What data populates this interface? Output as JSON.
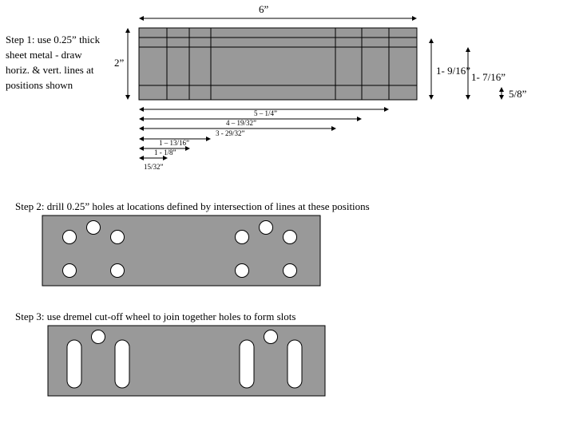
{
  "step1": {
    "text": "Step 1: use 0.25” thick\nsheet metal - draw\nhoriz. & vert. lines at\npositions shown"
  },
  "step2": {
    "text": "Step 2: drill 0.25” holes at locations defined by intersection of lines at these positions"
  },
  "step3": {
    "text": "Step 3: use dremel cut-off wheel to join together holes to form slots"
  },
  "dimensions": {
    "width": "6”",
    "height": "2”",
    "v_1_9_16": "1- 9/16”",
    "v_1_7_16": "1- 7/16”",
    "v_5_8": "5/8”",
    "h_5_1_4": "5 – 1/4”",
    "h_4_19_32": "4 – 19/32”",
    "h_3_29_32": "3 - 29/32”",
    "h_1_13_16": "1 – 13/16”",
    "h_1_1_8": "1 - 1/8”",
    "h_15_32": "15/32”"
  },
  "colors": {
    "plate": "#999999",
    "outline": "#000000",
    "hole": "#ffffff"
  }
}
